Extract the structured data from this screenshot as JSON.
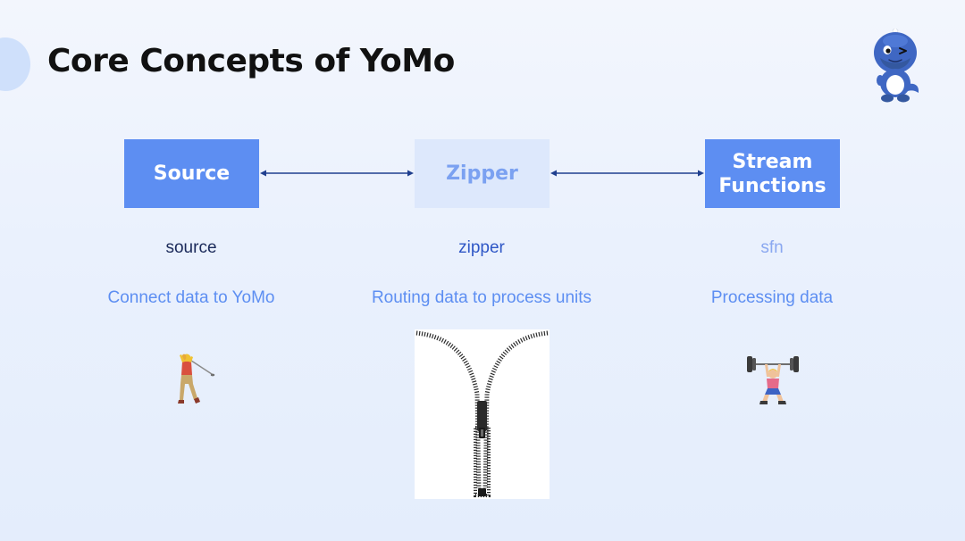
{
  "slide": {
    "title": "Core Concepts of YoMo"
  },
  "boxes": {
    "source": "Source",
    "zipper": "Zipper",
    "sfn": "Stream\nFunctions"
  },
  "labels": {
    "source": "source",
    "zipper": "zipper",
    "sfn": "sfn"
  },
  "descriptions": {
    "source": "Connect data to YoMo",
    "zipper": "Routing data to process units",
    "sfn": "Processing data"
  },
  "icons": {
    "mascot": "yomo-mascot-icon",
    "golfer": "golfer-icon",
    "zipper": "zipper-image",
    "lifter": "weight-lifter-icon"
  },
  "colors": {
    "box_primary": "#5d8ef2",
    "box_light": "#dde8fc",
    "arrow": "#1f3f8f",
    "description_text": "#5d8ef2"
  }
}
